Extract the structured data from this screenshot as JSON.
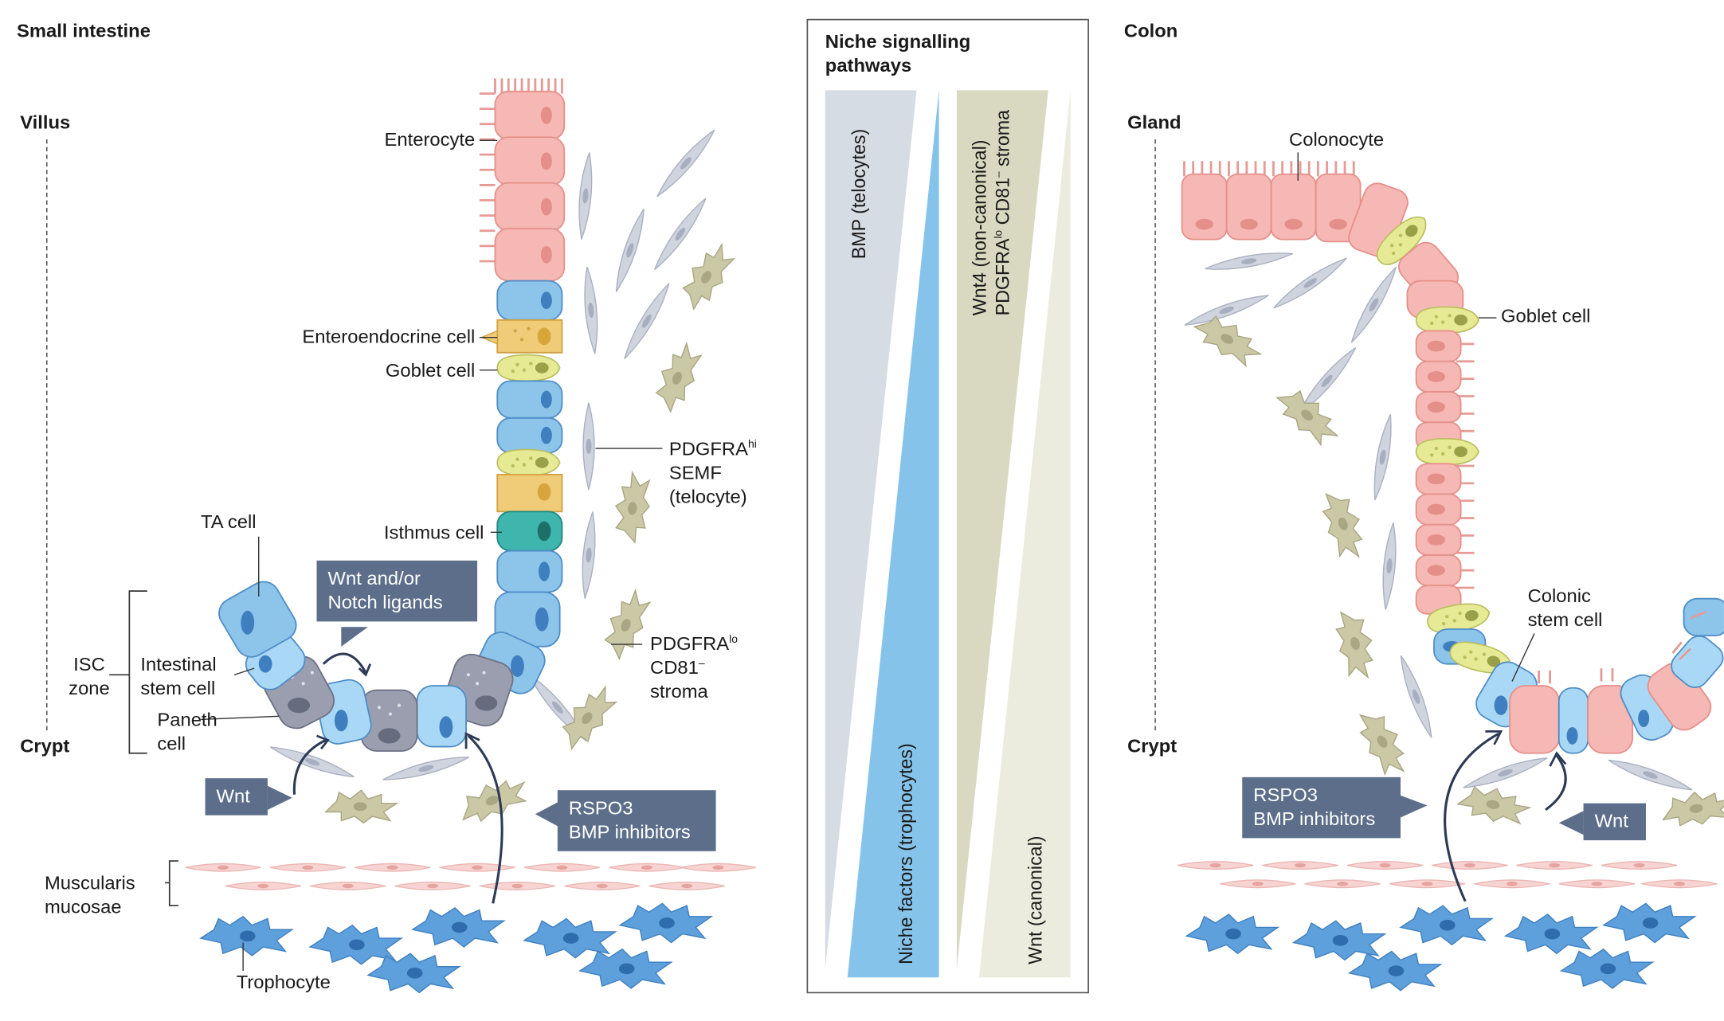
{
  "small_intestine": {
    "title": "Small intestine",
    "axis_top": "Villus",
    "axis_bottom": "Crypt",
    "labels": {
      "enterocyte": "Enterocyte",
      "enteroendocrine": "Enteroendocrine cell",
      "goblet": "Goblet cell",
      "isthmus": "Isthmus cell",
      "ta_cell": "TA cell",
      "isc_zone_1": "ISC",
      "isc_zone_2": "zone",
      "isc_1": "Intestinal",
      "isc_2": "stem cell",
      "paneth_1": "Paneth",
      "paneth_2": "cell",
      "pdgfra_hi_main": "PDGFRA",
      "pdgfra_hi_sup": "hi",
      "semf": "SEMF",
      "telocyte": "(telocyte)",
      "pdgfra_lo_main": "PDGFRA",
      "pdgfra_lo_sup": "lo",
      "cd81_main": "CD81",
      "cd81_sup": "–",
      "stroma": "stroma",
      "muscularis_1": "Muscularis",
      "muscularis_2": "mucosae",
      "trophocyte": "Trophocyte"
    },
    "callouts": {
      "wnt_notch_1": "Wnt and/or",
      "wnt_notch_2": "Notch ligands",
      "wnt": "Wnt",
      "rspo3_1": "RSPO3",
      "rspo3_2": "BMP inhibitors"
    }
  },
  "niche_panel": {
    "title_1": "Niche signalling",
    "title_2": "pathways",
    "bmp": "BMP (telocytes)",
    "niche_factors": "Niche factors (trophocytes)",
    "wnt4_line1": "Wnt4 (non-canonical)",
    "wnt4_line2_a": "PDGFRA",
    "wnt4_line2_sup": "lo",
    "wnt4_line2_b": " CD81",
    "wnt4_line2_sup2": "–",
    "wnt4_line2_c": " stroma",
    "wnt_canonical": "Wnt (canonical)"
  },
  "colon": {
    "title": "Colon",
    "axis_top": "Gland",
    "axis_bottom": "Crypt",
    "labels": {
      "colonocyte": "Colonocyte",
      "goblet": "Goblet cell",
      "colonic_1": "Colonic",
      "colonic_2": "stem cell"
    },
    "callouts": {
      "rspo3_1": "RSPO3",
      "rspo3_2": "BMP inhibitors",
      "wnt": "Wnt"
    }
  },
  "colors": {
    "enterocyte_pink": "#f6b8b4",
    "stem_blue": "#8cc4ea",
    "light_blue": "#a9d8f6",
    "paneth_grey": "#9a9eae",
    "goblet_yellow": "#e6ea94",
    "enteroendocrine_orange": "#f1cc78",
    "isthmus_teal": "#3eb6ae",
    "telocyte_grey": "#cfd4df",
    "stroma_beige": "#cbc8a6",
    "trophocyte_blue": "#5ea0dc",
    "muscularis_pink": "#f7d4d2",
    "callout_slate": "#5c6e8a",
    "bmp_grey": "#d6dce4",
    "niche_blue": "#86c3ea",
    "wnt4_beige": "#d9d9c2",
    "wnt_canonical": "#ececde"
  }
}
